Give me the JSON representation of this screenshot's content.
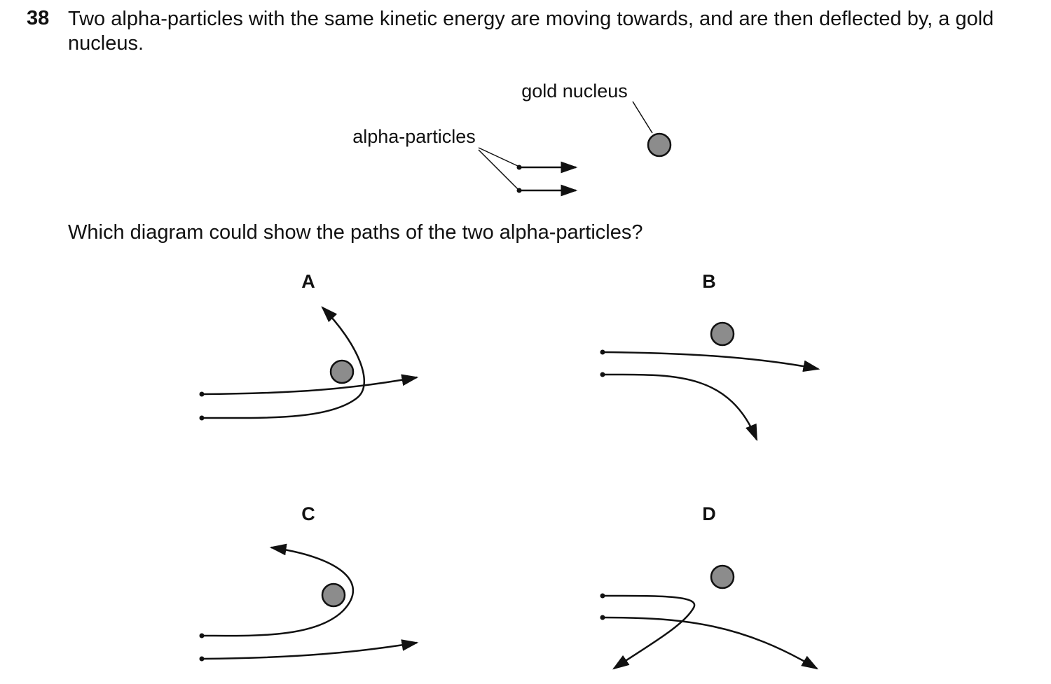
{
  "question": {
    "number": "38",
    "text": "Two alpha-particles with the same kinetic energy are moving towards, and are then deflected by, a gold nucleus.",
    "prompt": "Which diagram could show the paths of the two alpha-particles?"
  },
  "setup_figure": {
    "labels": {
      "gold_nucleus": "gold nucleus",
      "alpha_particles": "alpha-particles"
    }
  },
  "options": [
    {
      "label": "A"
    },
    {
      "label": "B"
    },
    {
      "label": "C"
    },
    {
      "label": "D"
    }
  ],
  "colors": {
    "ink": "#111111",
    "nucleus_fill": "#8c8c8c"
  }
}
